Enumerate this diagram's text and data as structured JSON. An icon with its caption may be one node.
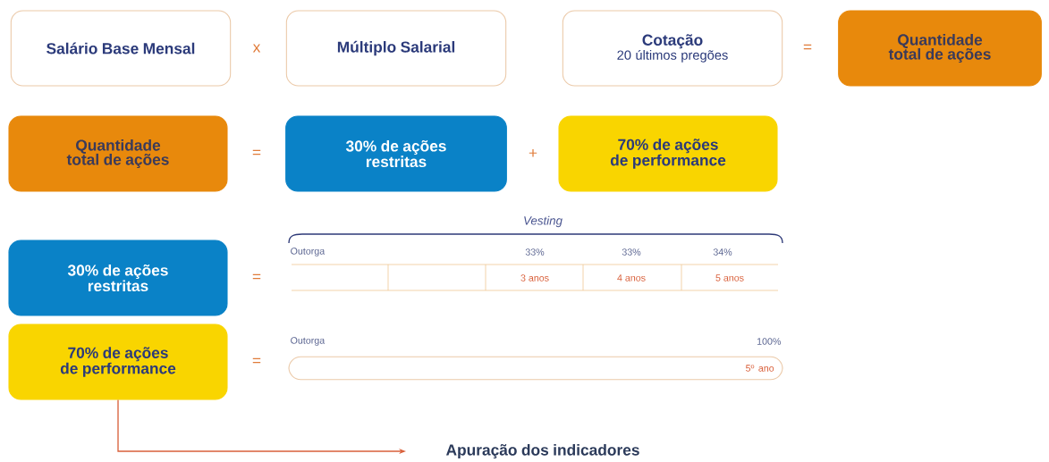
{
  "diagram": {
    "nodes": [
      {
        "text": [
          "Salário Base Mensal"
        ]
      },
      {
        "text": [
          "Múltiplo Salarial"
        ]
      },
      {
        "text": [
          "Cotação",
          "20 últimos pregões"
        ]
      },
      {
        "text": [
          "Quantidade total de ações"
        ]
      },
      {
        "text": [
          "Quantidade total de ações"
        ]
      },
      {
        "text": [
          "30% de ações restritas"
        ]
      },
      {
        "text": [
          "70% de ações de performance"
        ]
      },
      {
        "text": [
          "30% de ações restritas"
        ]
      },
      {
        "text": [
          "70% de ações de performance"
        ]
      },
      {
        "text": [
          "Apuração dos indicadores"
        ]
      },
      {
        "text": [
          "5º ano"
        ]
      }
    ],
    "edges": [
      {
        "from": 8,
        "to": 9,
        "arrow": "to",
        "color": "#d9603b"
      }
    ],
    "labels": [
      "x",
      "=",
      "=",
      "+",
      "Vesting",
      "Outorga",
      "33%",
      "33%",
      "34%",
      "=",
      "3 anos",
      "4 anos",
      "5 anos",
      "Outorga",
      "100%",
      "="
    ]
  }
}
